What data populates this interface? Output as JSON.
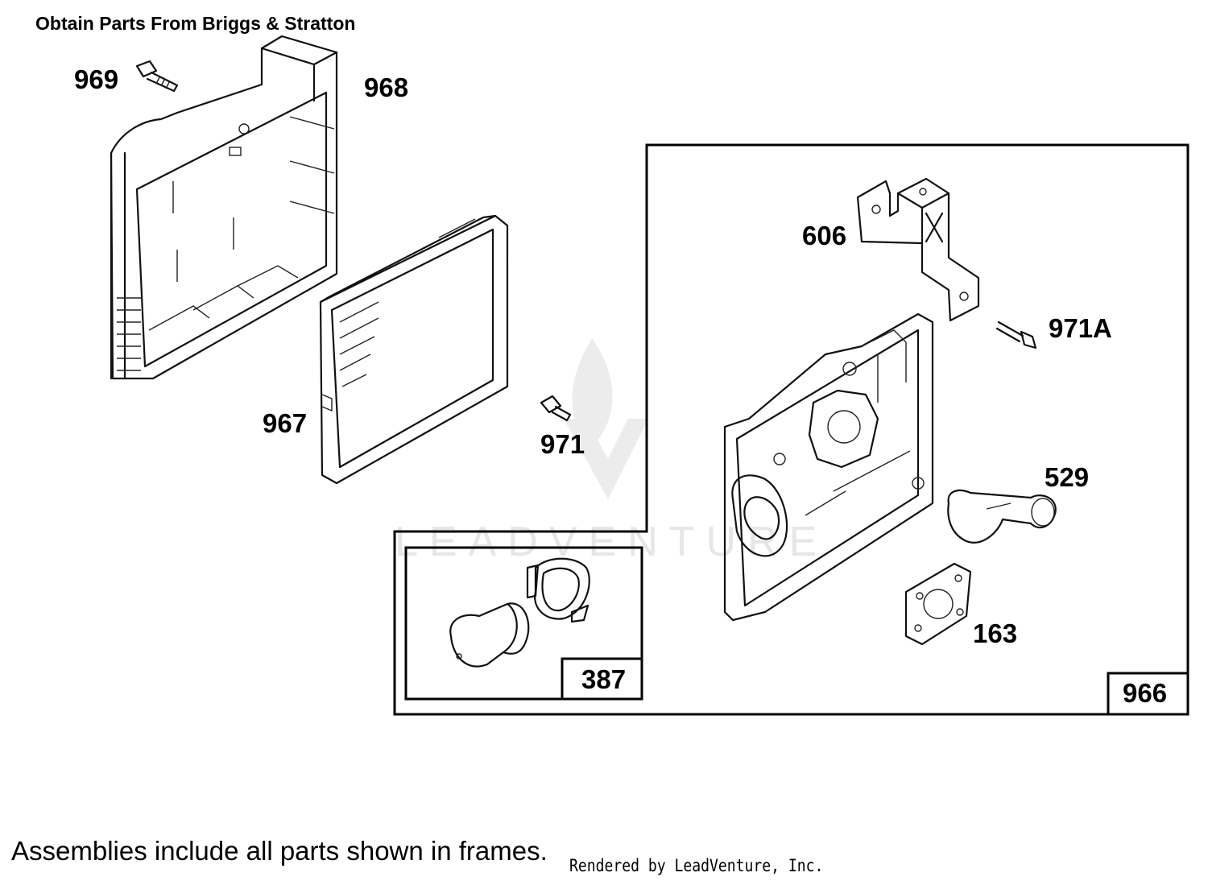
{
  "header": {
    "title": "Obtain Parts From Briggs & Stratton"
  },
  "parts": {
    "969": "969",
    "968": "968",
    "967": "967",
    "971": "971",
    "606": "606",
    "971A": "971A",
    "529": "529",
    "163": "163",
    "387": "387",
    "966": "966"
  },
  "watermark": {
    "text": "LEADVENTURE"
  },
  "footer": {
    "note": "Assemblies include all parts shown in frames.",
    "credit": "Rendered by LeadVenture, Inc."
  },
  "colors": {
    "line": "#000000",
    "background": "#ffffff",
    "watermark": "#e6e6e6"
  }
}
